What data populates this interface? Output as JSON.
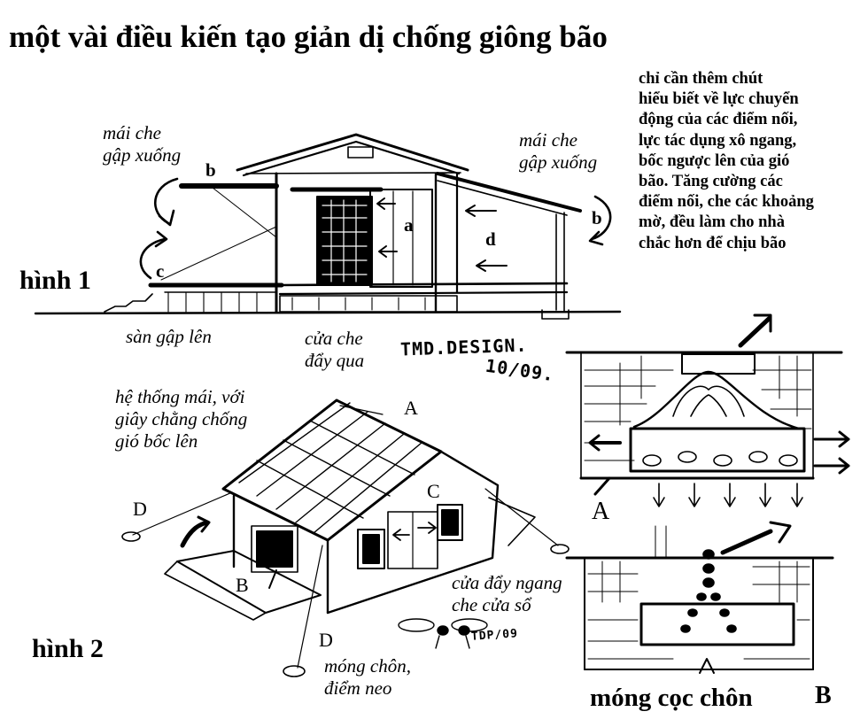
{
  "title": "một vài điều kiến tạo giản dị chống giông bão",
  "note": {
    "lines": [
      "chỉ cần thêm chút",
      "hiểu biết về lực chuyển",
      "động của các điểm nối,",
      "lực tác dụng xô ngang,",
      "bốc ngược lên của gió",
      "bão. Tăng cường các",
      "điểm nối, che các khoảng",
      "mờ, đều làm cho nhà",
      "chắc hơn để chịu bão"
    ]
  },
  "figure1": {
    "label": "hình 1",
    "roof_left": [
      "mái che",
      "gập xuống"
    ],
    "roof_right": [
      "mái che",
      "gập xuống"
    ],
    "floor": "sàn gập lên",
    "door": [
      "cửa che",
      "đẩy qua"
    ],
    "markers": {
      "b_left": "b",
      "b_right": "b",
      "c": "c",
      "a": "a",
      "d": "d"
    }
  },
  "signature": {
    "name": "TMD.DESIGN.",
    "date": "10/09."
  },
  "figure2": {
    "label": "hình 2",
    "roof_system": [
      "hệ thống mái, với",
      "giây chằng chống",
      "gió bốc lên"
    ],
    "window_cover": [
      "cửa đẩy ngang",
      "che cửa sổ"
    ],
    "anchor": [
      "móng chôn,",
      "điểm neo"
    ],
    "markers": {
      "A": "A",
      "B": "B",
      "C": "C",
      "D_left": "D",
      "D_bottom": "D"
    },
    "small_sign": "TDP/09"
  },
  "foundation": {
    "label_a": "A",
    "label_b": "B",
    "caption": "móng cọc chôn"
  }
}
